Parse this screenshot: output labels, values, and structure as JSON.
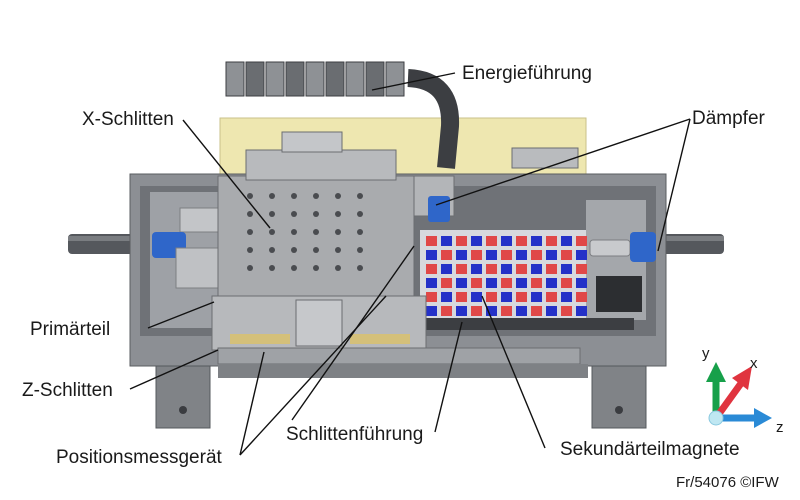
{
  "labels": {
    "energiefuehrung": "Energieführung",
    "x_schlitten": "X-Schlitten",
    "daempfer": "Dämpfer",
    "primaerteil": "Primärteil",
    "z_schlitten": "Z-Schlitten",
    "schlittenfuehrung": "Schlittenführung",
    "positionsmessgeraet": "Positionsmessgerät",
    "sekundaerteilmagnete": "Sekundärteilmagnete"
  },
  "axes": {
    "y": "y",
    "x": "x",
    "z": "z"
  },
  "credit": "Fr/54076 ©IFW",
  "colors": {
    "frame": "#8c8f94",
    "plate": "#a9abae",
    "dark": "#4a4c50",
    "yellow": "#eee7b0",
    "blue": "#2f66c9",
    "magnet_red": "#e04848",
    "magnet_blue": "#2431c8",
    "axis_green": "#17a04a",
    "axis_red": "#e0343f",
    "axis_blue": "#2a8ad6"
  }
}
